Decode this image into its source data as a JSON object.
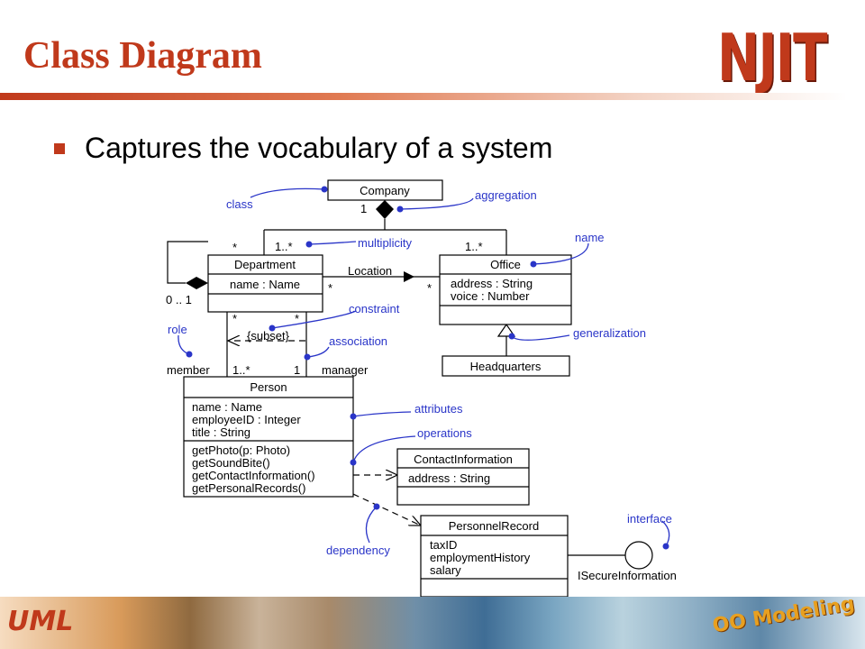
{
  "header": {
    "title": "Class Diagram",
    "logo": "NJIT"
  },
  "bullets": [
    {
      "text": "Captures the vocabulary of a system",
      "icon": "square-bullet-icon"
    }
  ],
  "diagram": {
    "classes": {
      "company": {
        "name": "Company"
      },
      "department": {
        "name": "Department",
        "attributes": [
          "name : Name"
        ]
      },
      "office": {
        "name": "Office",
        "attributes": [
          "address : String",
          "voice : Number"
        ]
      },
      "headquarters": {
        "name": "Headquarters"
      },
      "person": {
        "name": "Person",
        "attributes": [
          "name : Name",
          "employeeID : Integer",
          "title : String"
        ],
        "operations": [
          "getPhoto(p: Photo)",
          "getSoundBite()",
          "getContactInformation()",
          "getPersonalRecords()"
        ]
      },
      "contact": {
        "name": "ContactInformation",
        "attributes": [
          "address : String"
        ]
      },
      "personnel": {
        "name": "PersonnelRecord",
        "attributes": [
          "taxID",
          "employmentHistory",
          "salary"
        ]
      }
    },
    "interface": {
      "name": "ISecureInformation"
    },
    "labels": {
      "company_mult": "1",
      "dept_top_mult": "1..*",
      "office_top_mult": "1..*",
      "self_star": "*",
      "self_range": "0 .. 1",
      "location": "Location",
      "loc_star_left": "*",
      "loc_star_right": "*",
      "dept_star_left": "*",
      "dept_star_right": "*",
      "subset": "{subset}",
      "member": "member",
      "member_mult": "1..*",
      "manager_mult": "1",
      "manager": "manager"
    },
    "annotations": {
      "class": "class",
      "aggregation": "aggregation",
      "multiplicity": "multiplicity",
      "name": "name",
      "constraint": "constraint",
      "role": "role",
      "association": "association",
      "generalization": "generalization",
      "attributes": "attributes",
      "operations": "operations",
      "dependency": "dependency",
      "interface": "interface"
    },
    "annotation_color": "#2a35c8"
  },
  "footer": {
    "left": "UML",
    "right": "OO Modeling"
  }
}
